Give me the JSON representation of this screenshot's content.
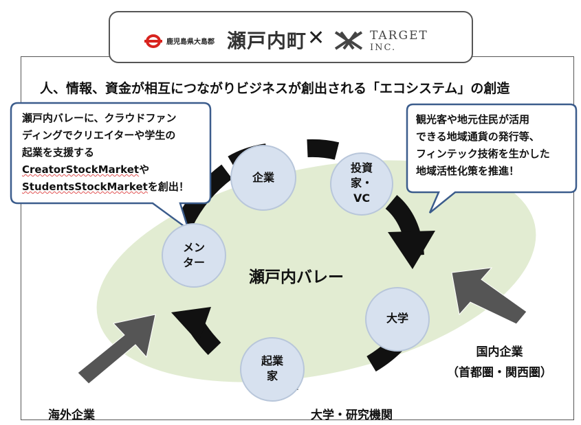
{
  "header": {
    "pref_label": "鹿児島県大島郡",
    "town": "瀬戸内町",
    "times": "✕",
    "partner_name": "TARGET",
    "partner_suffix": "INC."
  },
  "title": "人、情報、資金が相互につながりビジネスが創出される「エコシステム」の創造",
  "left_bubble": {
    "line1": "瀬戸内バレーに、クラウドファン",
    "line2": "ディングでクリエイターや学生の",
    "line3": "起業を支援する",
    "line4a": "CreatorStockMarket",
    "line4b": "や",
    "line5a": "StudentsStockMarket",
    "line5b": "を創出！"
  },
  "right_bubble": {
    "line1": "観光客や地元住民が活用",
    "line2": "できる地域通貨の発行等、",
    "line3": "フィンテック技術を生かした",
    "line4": "地域活性化策を推進！"
  },
  "center": "瀬戸内バレー",
  "nodes": {
    "enterprise": "企業",
    "investor_1": "投資",
    "investor_2": "家・",
    "investor_3": "VC",
    "mentor_1": "メン",
    "mentor_2": "ター",
    "university": "大学",
    "founder_1": "起業",
    "founder_2": "家"
  },
  "outer_labels": {
    "overseas": "海外企業",
    "university_research": "大学・研究機関",
    "domestic_1": "国内企業",
    "domestic_2": "（首都圏・関西圏）"
  },
  "colors": {
    "ellipse": "#e2ecd2",
    "node_fill": "#d7e1ef",
    "node_stroke": "#b8c6da",
    "bubble_stroke": "#3b5c8c",
    "cycle_arrow": "#111111",
    "inbound_arrow": "#555555",
    "logo_red": "#d8231e"
  }
}
